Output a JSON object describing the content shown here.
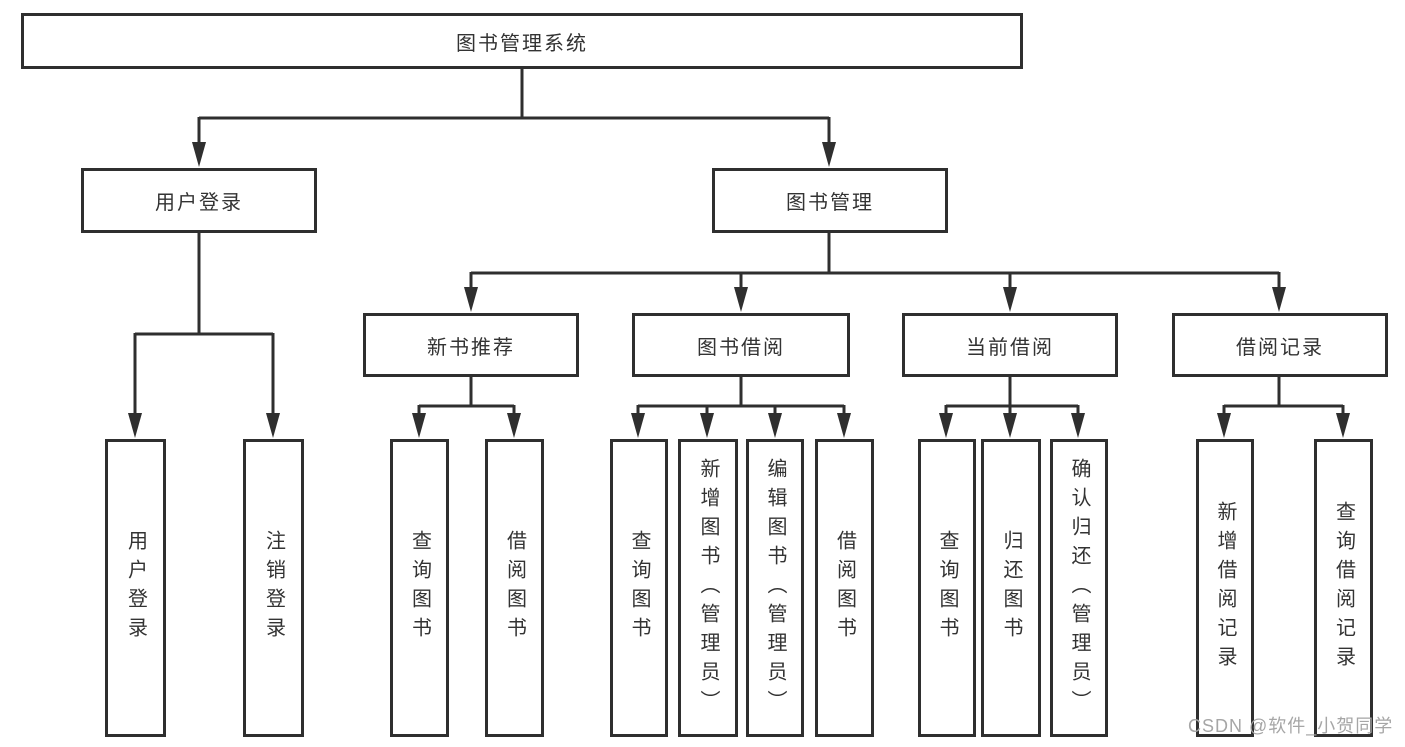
{
  "diagram": {
    "root": {
      "label": "图书管理系统"
    },
    "branches": [
      {
        "label": "用户登录",
        "children": [
          {
            "label": "用户登录"
          },
          {
            "label": "注销登录"
          }
        ]
      },
      {
        "label": "图书管理",
        "children": [
          {
            "label": "新书推荐",
            "children": [
              {
                "label": "查询图书"
              },
              {
                "label": "借阅图书"
              }
            ]
          },
          {
            "label": "图书借阅",
            "children": [
              {
                "label": "查询图书"
              },
              {
                "label": "新增图书（管理员）"
              },
              {
                "label": "编辑图书（管理员）"
              },
              {
                "label": "借阅图书"
              }
            ]
          },
          {
            "label": "当前借阅",
            "children": [
              {
                "label": "查询图书"
              },
              {
                "label": "归还图书"
              },
              {
                "label": "确认归还（管理员）"
              }
            ]
          },
          {
            "label": "借阅记录",
            "children": [
              {
                "label": "新增借阅记录"
              },
              {
                "label": "查询借阅记录"
              }
            ]
          }
        ]
      }
    ]
  },
  "watermark": "CSDN @软件_小贺同学",
  "colors": {
    "line": "#2f2f2f",
    "box_border": "#2f2f2f",
    "box_background": "#ffffff",
    "text": "#333333",
    "watermark": "#a6a6a6"
  }
}
